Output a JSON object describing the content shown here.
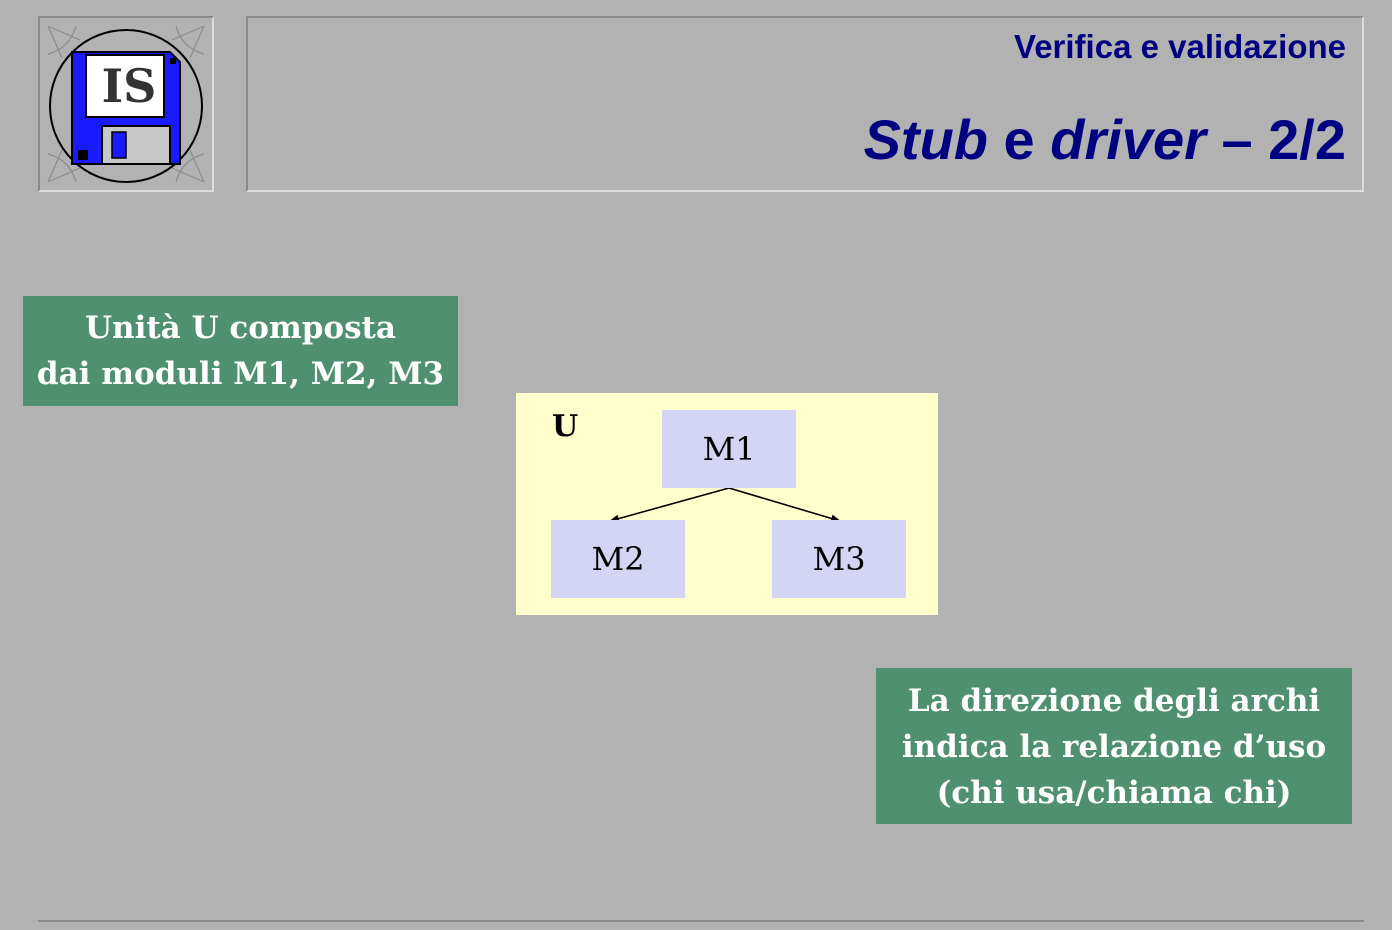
{
  "header": {
    "logo_text": "IS",
    "section": "Verifica e validazione",
    "title_part1": "Stub",
    "title_part2": " e ",
    "title_part3": "driver",
    "title_part4": " – 2/2"
  },
  "callouts": {
    "composition_line1": "Unità U composta",
    "composition_line2": "dai moduli M1, M2, M3",
    "direction_line1": "La direzione degli archi",
    "direction_line2": "indica la relazione d’uso",
    "direction_line3": "(chi usa/chiama chi)"
  },
  "diagram": {
    "unit_label": "U",
    "modules": [
      "M1",
      "M2",
      "M3"
    ],
    "edges": [
      {
        "from": "M1",
        "to": "M2"
      },
      {
        "from": "M1",
        "to": "M3"
      }
    ],
    "colors": {
      "unit_fill": "#ffffcc",
      "module_fill": "#d4d4f4",
      "callout_fill": "#4f9070",
      "title_color": "#000080"
    }
  }
}
